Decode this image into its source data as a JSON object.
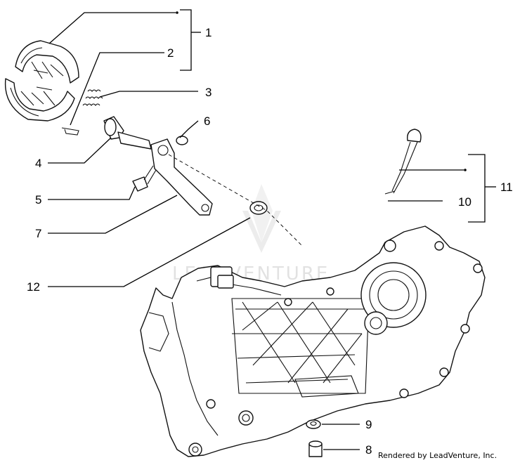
{
  "callouts": [
    {
      "id": "1",
      "label": "1"
    },
    {
      "id": "2",
      "label": "2"
    },
    {
      "id": "3",
      "label": "3"
    },
    {
      "id": "4",
      "label": "4"
    },
    {
      "id": "5",
      "label": "5"
    },
    {
      "id": "6",
      "label": "6"
    },
    {
      "id": "7",
      "label": "7"
    },
    {
      "id": "8",
      "label": "8"
    },
    {
      "id": "9",
      "label": "9"
    },
    {
      "id": "10",
      "label": "10"
    },
    {
      "id": "11",
      "label": "11"
    },
    {
      "id": "12",
      "label": "12"
    }
  ],
  "watermark": {
    "text": "LEADVENTURE"
  },
  "credit": {
    "text": "Rendered by LeadVenture, Inc."
  }
}
